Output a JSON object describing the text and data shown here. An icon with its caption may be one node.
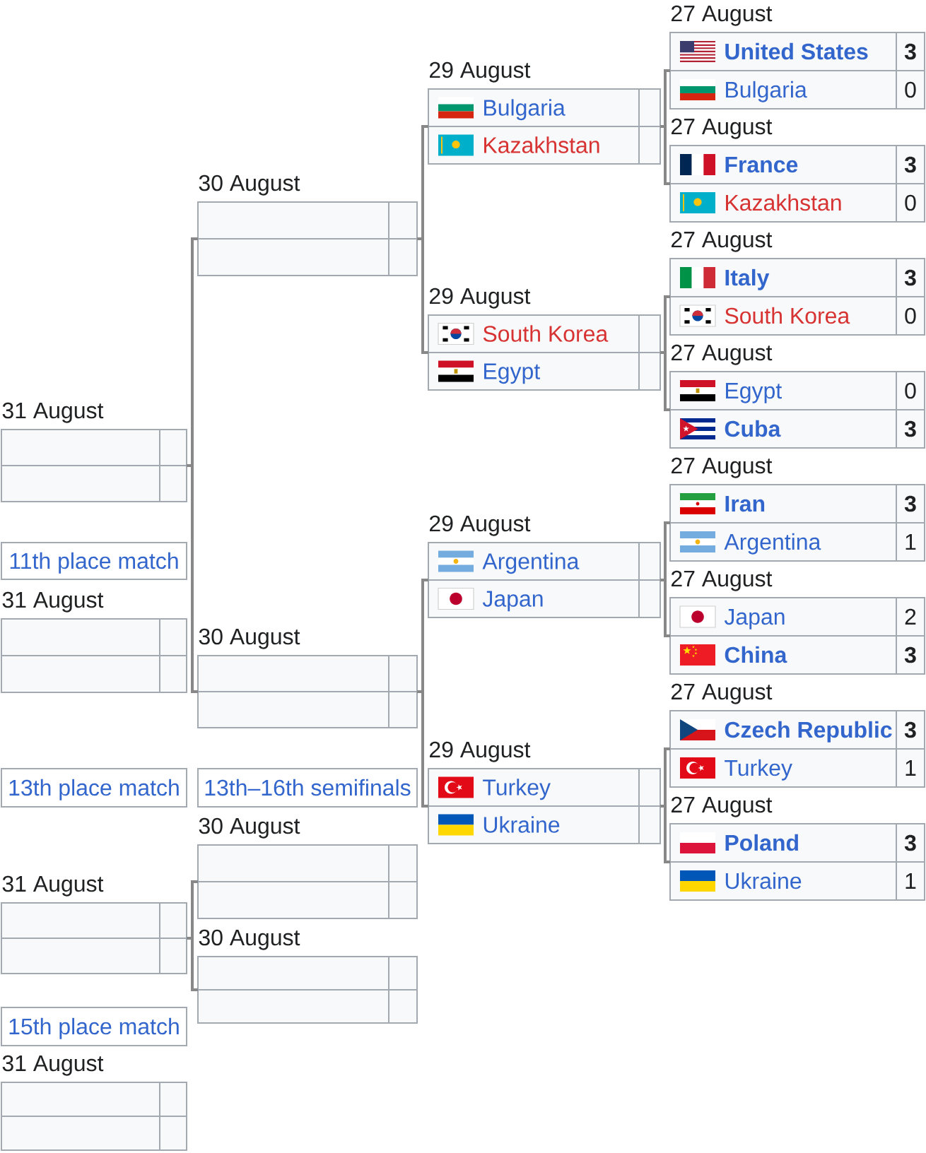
{
  "diagram": {
    "nodes": [
      {
        "text": [
          "31 August"
        ]
      },
      {
        "text": [
          "11th place match"
        ]
      },
      {
        "text": [
          "31 August"
        ]
      },
      {
        "text": [
          "13th place match"
        ]
      },
      {
        "text": [
          "31 August"
        ]
      },
      {
        "text": [
          "15th place match"
        ]
      },
      {
        "text": [
          "31 August"
        ]
      },
      {
        "text": [
          "30 August"
        ]
      },
      {
        "text": [
          "30 August"
        ]
      },
      {
        "text": [
          "13th–16th semifinals"
        ]
      },
      {
        "text": [
          "30 August"
        ]
      },
      {
        "text": [
          "30 August"
        ]
      },
      {
        "text": [
          "29 August",
          "Bulgaria",
          "Kazakhstan"
        ]
      },
      {
        "text": [
          "29 August",
          "South Korea",
          "Egypt"
        ]
      },
      {
        "text": [
          "29 August",
          "Argentina",
          "Japan"
        ]
      },
      {
        "text": [
          "29 August",
          "Turkey",
          "Ukraine"
        ]
      },
      {
        "text": [
          "27 August",
          "United States",
          "3",
          "Bulgaria",
          "0"
        ]
      },
      {
        "text": [
          "27 August",
          "France",
          "3",
          "Kazakhstan",
          "0"
        ]
      },
      {
        "text": [
          "27 August",
          "Italy",
          "3",
          "South Korea",
          "0"
        ]
      },
      {
        "text": [
          "27 August",
          "Egypt",
          "0",
          "Cuba",
          "3"
        ]
      },
      {
        "text": [
          "27 August",
          "Iran",
          "3",
          "Argentina",
          "1"
        ]
      },
      {
        "text": [
          "27 August",
          "Japan",
          "2",
          "China",
          "3"
        ]
      },
      {
        "text": [
          "27 August",
          "Czech Republic",
          "3",
          "Turkey",
          "1"
        ]
      },
      {
        "text": [
          "27 August",
          "Poland",
          "3",
          "Ukraine",
          "1"
        ]
      }
    ],
    "edges": [
      {
        "from": 16,
        "to": 12,
        "arrow": "none"
      },
      {
        "from": 17,
        "to": 12,
        "arrow": "none"
      },
      {
        "from": 18,
        "to": 13,
        "arrow": "none"
      },
      {
        "from": 19,
        "to": 13,
        "arrow": "none"
      },
      {
        "from": 20,
        "to": 14,
        "arrow": "none"
      },
      {
        "from": 21,
        "to": 14,
        "arrow": "none"
      },
      {
        "from": 22,
        "to": 15,
        "arrow": "none"
      },
      {
        "from": 23,
        "to": 15,
        "arrow": "none"
      },
      {
        "from": 12,
        "to": 7,
        "arrow": "none"
      },
      {
        "from": 13,
        "to": 7,
        "arrow": "none"
      },
      {
        "from": 14,
        "to": 8,
        "arrow": "none"
      },
      {
        "from": 15,
        "to": 8,
        "arrow": "none"
      },
      {
        "from": 7,
        "to": 0,
        "arrow": "none"
      },
      {
        "from": 8,
        "to": 0,
        "arrow": "none"
      },
      {
        "from": 10,
        "to": 4,
        "arrow": "none"
      },
      {
        "from": 11,
        "to": 4,
        "arrow": "none"
      }
    ]
  }
}
